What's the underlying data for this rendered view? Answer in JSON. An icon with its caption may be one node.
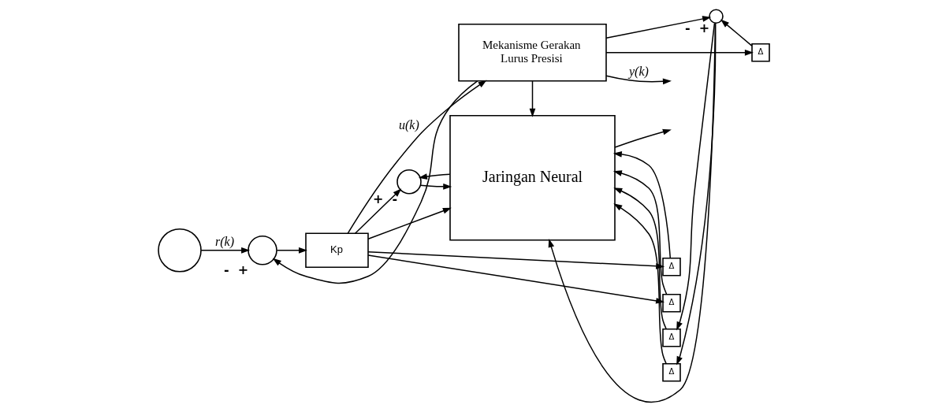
{
  "diagram": {
    "nodes": [
      {
        "text": [],
        "shape": "circle"
      },
      {
        "text": [],
        "shape": "circle",
        "beside": [
          "-",
          "+"
        ]
      },
      {
        "text": [
          "Kp"
        ]
      },
      {
        "text": [
          "Mekanisme Gerakan Lurus Presisi"
        ]
      },
      {
        "text": [],
        "shape": "circle",
        "beside": [
          "+",
          "-"
        ]
      },
      {
        "text": [
          "Jaringan Neural"
        ]
      },
      {
        "text": [
          "Δ"
        ]
      },
      {
        "text": [
          "Δ"
        ]
      },
      {
        "text": [
          "Δ"
        ]
      },
      {
        "text": [
          "Δ"
        ]
      },
      {
        "text": [],
        "shape": "circle",
        "beside": [
          "-",
          "+"
        ]
      },
      {
        "text": [
          "Δ"
        ]
      }
    ],
    "edges": [
      {
        "from": 0,
        "to": 1,
        "arrow": "to",
        "label": "r(k)"
      },
      {
        "from": 1,
        "to": 2,
        "arrow": "to"
      },
      {
        "from": 2,
        "to": 3,
        "arrow": "to",
        "label": "u(k)"
      },
      {
        "from": 3,
        "to": null,
        "arrow": "to",
        "label": "y(k)"
      },
      {
        "from": 3,
        "to": 1,
        "arrow": "to"
      },
      {
        "from": 2,
        "to": 4,
        "arrow": "to"
      },
      {
        "from": 4,
        "to": 5,
        "arrow": "to"
      },
      {
        "from": 5,
        "to": 4,
        "arrow": "to"
      },
      {
        "from": 2,
        "to": 6,
        "arrow": "to"
      },
      {
        "from": 2,
        "to": 7,
        "arrow": "to"
      },
      {
        "from": 2,
        "to": 5,
        "arrow": "to"
      },
      {
        "from": 6,
        "to": 5,
        "arrow": "to"
      },
      {
        "from": 7,
        "to": 5,
        "arrow": "to"
      },
      {
        "from": 3,
        "to": 11,
        "arrow": "to"
      },
      {
        "from": 11,
        "to": 10,
        "arrow": "to"
      },
      {
        "from": 3,
        "to": 10,
        "arrow": "to"
      },
      {
        "from": 10,
        "to": 5,
        "arrow": "to"
      },
      {
        "from": 10,
        "to": 8,
        "arrow": "to"
      },
      {
        "from": 10,
        "to": 9,
        "arrow": "to"
      },
      {
        "from": 8,
        "to": 5,
        "arrow": "to"
      },
      {
        "from": 9,
        "to": 5,
        "arrow": "to"
      },
      {
        "from": 3,
        "to": 5,
        "arrow": "to"
      },
      {
        "from": 5,
        "to": null,
        "arrow": "to"
      }
    ]
  }
}
